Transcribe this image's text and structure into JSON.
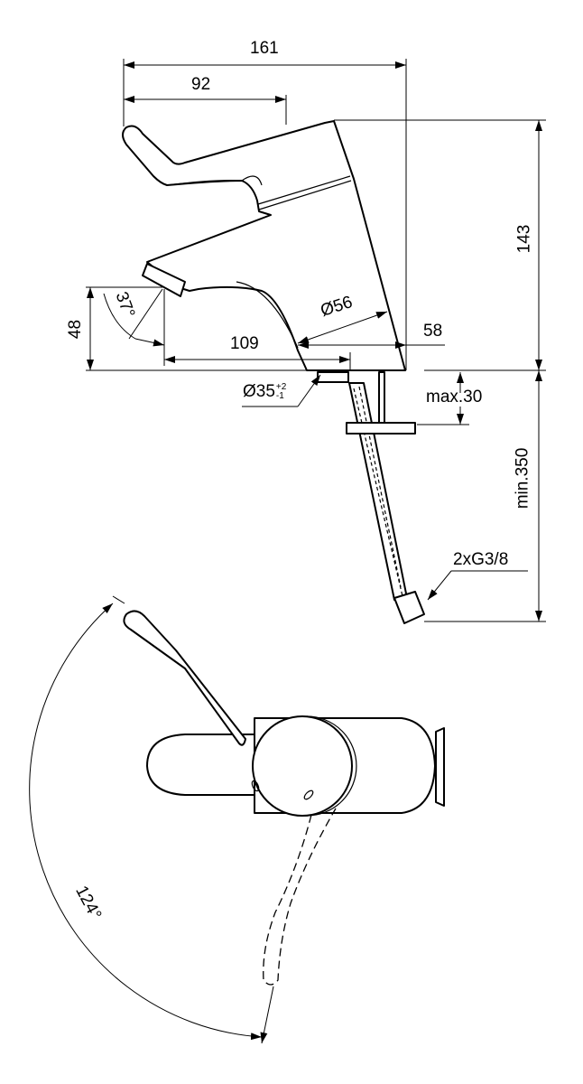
{
  "dimensions": {
    "overall_length": "161",
    "lever_length": "92",
    "height": "143",
    "spout_height": "48",
    "spout_angle": "37°",
    "base_diameter": "Ø56",
    "base_offset": "58",
    "spout_reach": "109",
    "hole_diameter": "Ø35",
    "hole_tol_plus": "+2",
    "hole_tol_minus": "-1",
    "max_deck": "max.30",
    "min_hose": "min.350",
    "connection": "2xG3/8",
    "lever_swing": "124°"
  }
}
